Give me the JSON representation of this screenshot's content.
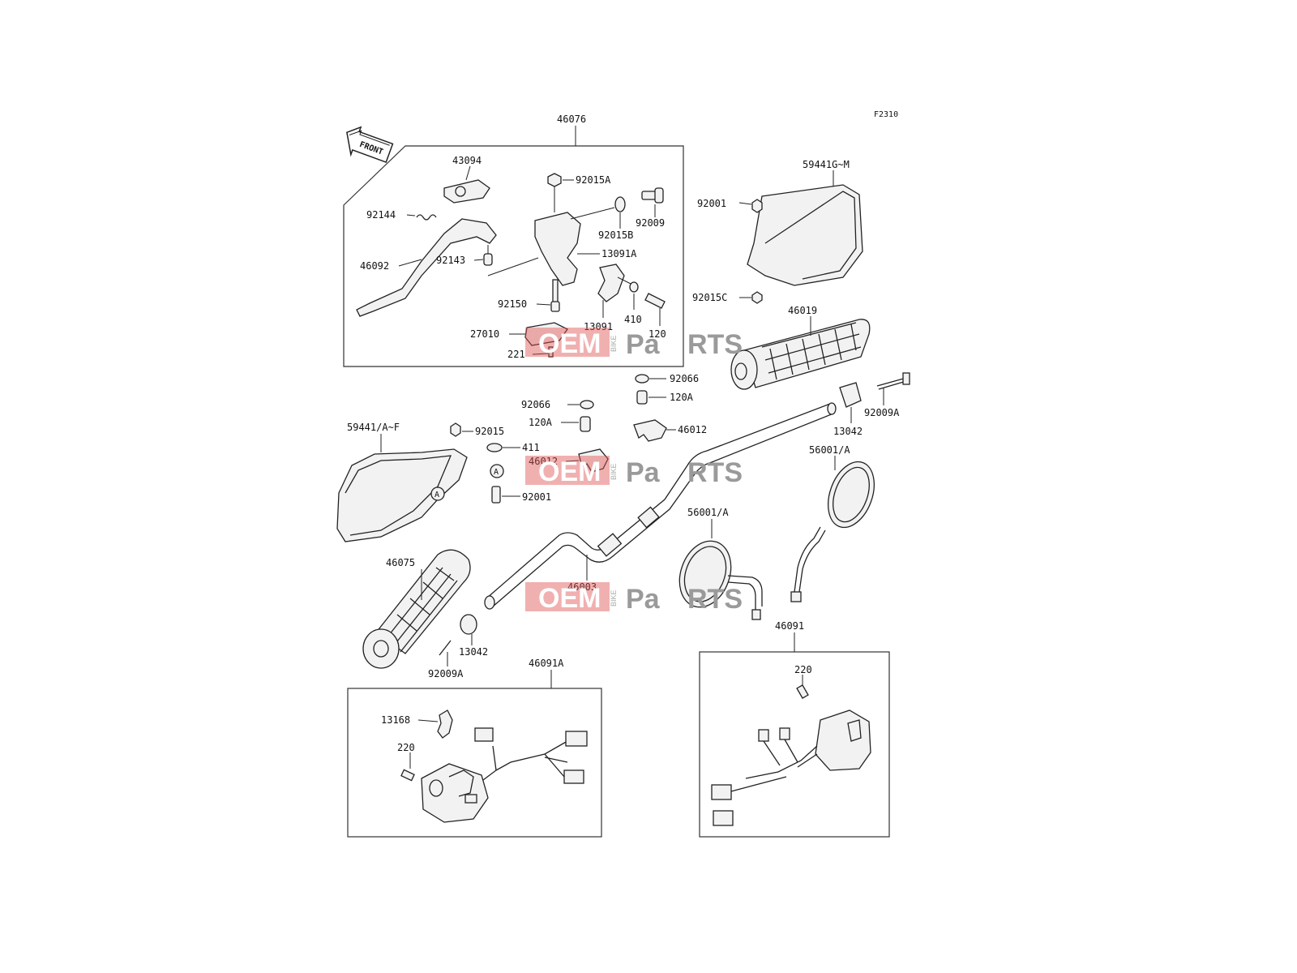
{
  "figure_code": "F2310",
  "front_label": "FRONT",
  "callout_marker": "A",
  "watermark": {
    "oem": "OEM",
    "bike": "BIKE",
    "pa": "Pa",
    "rts": "RTS",
    "colors": {
      "red": "#e05050",
      "gray": "#9a9a9a"
    }
  },
  "groups": {
    "lever_assembly": "46076",
    "handguard_right": "59441G~M",
    "handguard_left": "59441/A~F",
    "switch_left": "46091A",
    "switch_right": "46091"
  },
  "labels": {
    "p43094": "43094",
    "p92015A": "92015A",
    "p92144": "92144",
    "p92009": "92009",
    "p92015B": "92015B",
    "p46092": "46092",
    "p92143": "92143",
    "p13091A": "13091A",
    "p92150": "92150",
    "p410": "410",
    "p13091": "13091",
    "p120": "120",
    "p27010": "27010",
    "p221": "221",
    "p92001_top": "92001",
    "p92015C": "92015C",
    "p46019": "46019",
    "p92066_right": "92066",
    "p120A_right": "120A",
    "p46012_right": "46012",
    "p92066_left": "92066",
    "p120A_left": "120A",
    "p46012_left": "46012",
    "p92015": "92015",
    "p411": "411",
    "p92001_left": "92001",
    "p13042_right": "13042",
    "p92009A_right": "92009A",
    "p56001A_right": "56001/A",
    "p56001A_left": "56001/A",
    "p46075": "46075",
    "p46003": "46003",
    "p13042_left": "13042",
    "p92009A_left": "92009A",
    "p13168": "13168",
    "p220_left": "220",
    "p220_right": "220"
  }
}
